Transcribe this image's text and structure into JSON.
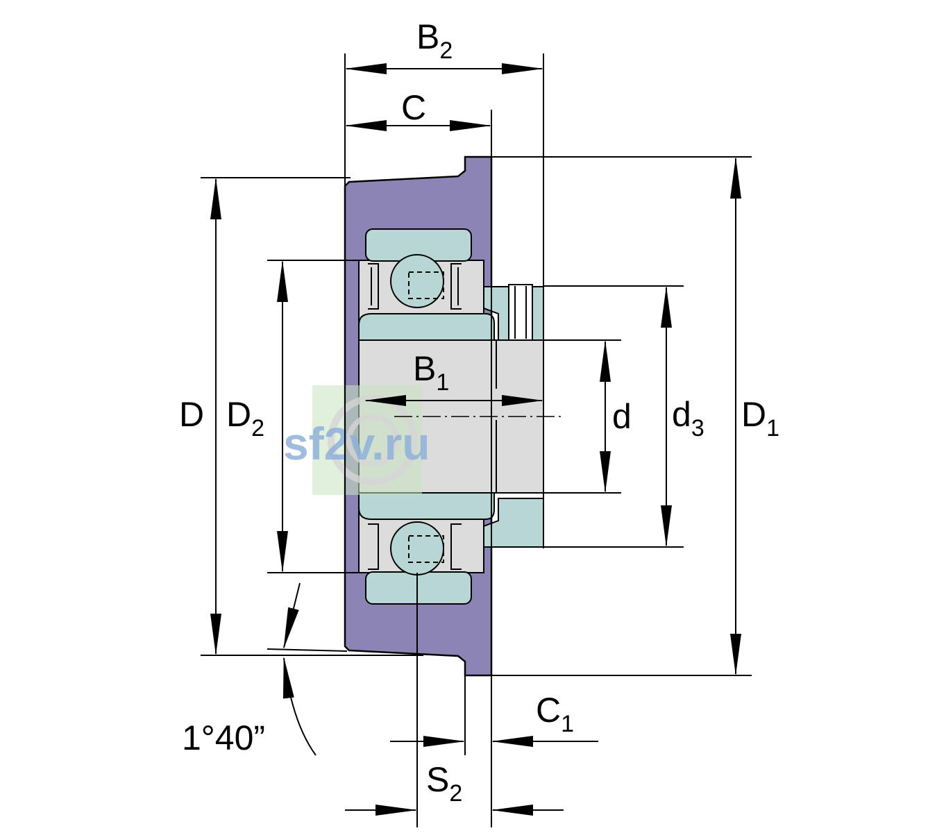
{
  "diagram": {
    "labels": {
      "B2": {
        "main": "B",
        "sub": "2"
      },
      "C": {
        "main": "C",
        "sub": ""
      },
      "B1": {
        "main": "B",
        "sub": "1"
      },
      "D": {
        "main": "D",
        "sub": ""
      },
      "D2": {
        "main": "D",
        "sub": "2"
      },
      "d": {
        "main": "d",
        "sub": ""
      },
      "d3": {
        "main": "d",
        "sub": "3"
      },
      "D1": {
        "main": "D",
        "sub": "1"
      },
      "C1": {
        "main": "C",
        "sub": "1"
      },
      "S2": {
        "main": "S",
        "sub": "2"
      },
      "angle": "1°40”"
    },
    "watermark": "sf2v.ru",
    "colors": {
      "housing": "#8c84b4",
      "ring": "#b7d6d4",
      "sleeve": "#dcdcdc",
      "watermark_text": "#8fb0d8",
      "watermark_box": "#c9e3c0"
    }
  }
}
